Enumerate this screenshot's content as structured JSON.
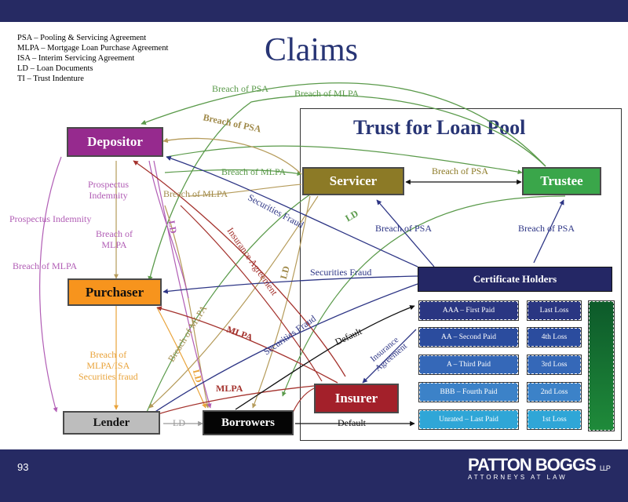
{
  "slide": {
    "title": "Claims",
    "page_number": "93",
    "logo_line1": "PATTON BOGGS",
    "logo_llp": "LLP",
    "logo_line2": "ATTORNEYS AT LAW"
  },
  "legend": [
    "PSA – Pooling & Servicing Agreement",
    "MLPA – Mortgage Loan Purchase Agreement",
    "ISA – Interim Servicing Agreement",
    "LD – Loan Documents",
    "TI – Trust Indenture"
  ],
  "trust_title": "Trust for Loan Pool",
  "nodes": {
    "depositor": "Depositor",
    "purchaser": "Purchaser",
    "lender": "Lender",
    "borrowers": "Borrowers",
    "servicer": "Servicer",
    "trustee": "Trustee",
    "certificate_holders": "Certificate Holders",
    "insurer": "Insurer"
  },
  "tranches": [
    "AAA – First Paid",
    "AA – Second Paid",
    "A – Third Paid",
    "BBB – Fourth Paid",
    "Unrated – Last Paid"
  ],
  "losses": [
    "Last Loss",
    "4th Loss",
    "3rd Loss",
    "2nd Loss",
    "1st Loss"
  ],
  "labels": {
    "breach_psa_top": "Breach of PSA",
    "breach_mlpa_top": "Breach of MLPA",
    "breach_psa_depositor": "Breach of PSA",
    "breach_mlpa_servicer": "Breach of MLPA",
    "breach_mlpa_depositor": "Breach of MLPA",
    "breach_psa_servicer_trustee": "Breach of PSA",
    "prospectus_indemnity_short": "Prospectus\nIndemnity",
    "prospectus_indemnity_long": "Prospectus Indemnity",
    "breach_mlpa_left": "Breach of MLPA",
    "breach_of_mlpa_center": "Breach of\nMLPA",
    "securities_fraud_1": "Securities Fraud",
    "securities_fraud_2": "Securities Fraud",
    "securities_fraud_3": "Securities Fraud",
    "breach_psa_ch_servicer": "Breach of PSA",
    "breach_psa_ch_trustee": "Breach of PSA",
    "ld_1": "LD",
    "ld_2": "LD",
    "ld_3": "LD",
    "ld_4": "LD",
    "ld_bottom": "LD",
    "insurance_agreement_1": "Insurance Agreement",
    "insurance_agreement_2": "Insurance\nAgreement",
    "breach_mlpa_diag": "Breach of MLPA",
    "mlpa_1": "MLPA",
    "mlpa_2": "MLPA",
    "default_1": "Default",
    "default_bottom": "Default",
    "breach_mlpa_isa": "Breach of\nMLPA/ISA\nSecurities fraud"
  }
}
